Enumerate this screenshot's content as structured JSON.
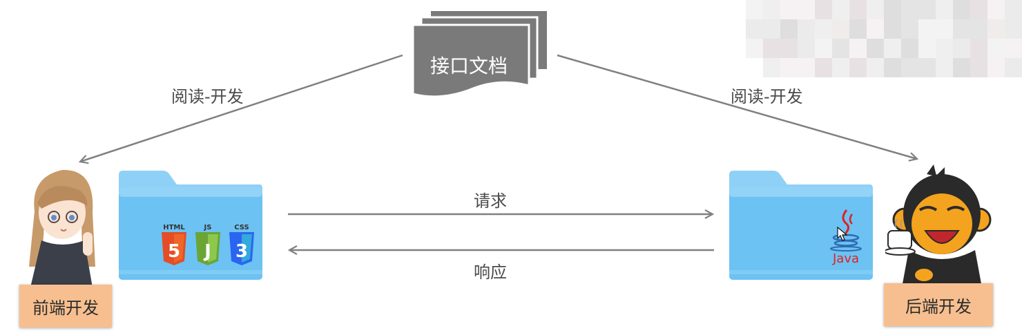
{
  "doc": {
    "title": "接口文档"
  },
  "labels": {
    "read_dev_left": "阅读-开发",
    "read_dev_right": "阅读-开发",
    "request": "请求",
    "response": "响应"
  },
  "frontend": {
    "tag": "前端开发",
    "logos": {
      "html": "HTML",
      "html_num": "5",
      "js": "JS",
      "js_letter": "J",
      "css": "CSS",
      "css_num": "3"
    }
  },
  "backend": {
    "tag": "后端开发",
    "logo_text": "Java"
  },
  "colors": {
    "arrow": "#808080",
    "doc_fill": "#7a7a7a",
    "folder_light": "#8fd0f6",
    "folder_main": "#6cc2f2",
    "tag_fill": "#f7bf8f",
    "html_orange": "#e44d26",
    "js_green": "#6aa535",
    "css_blue": "#2965f1",
    "java_red": "#e11f21"
  }
}
